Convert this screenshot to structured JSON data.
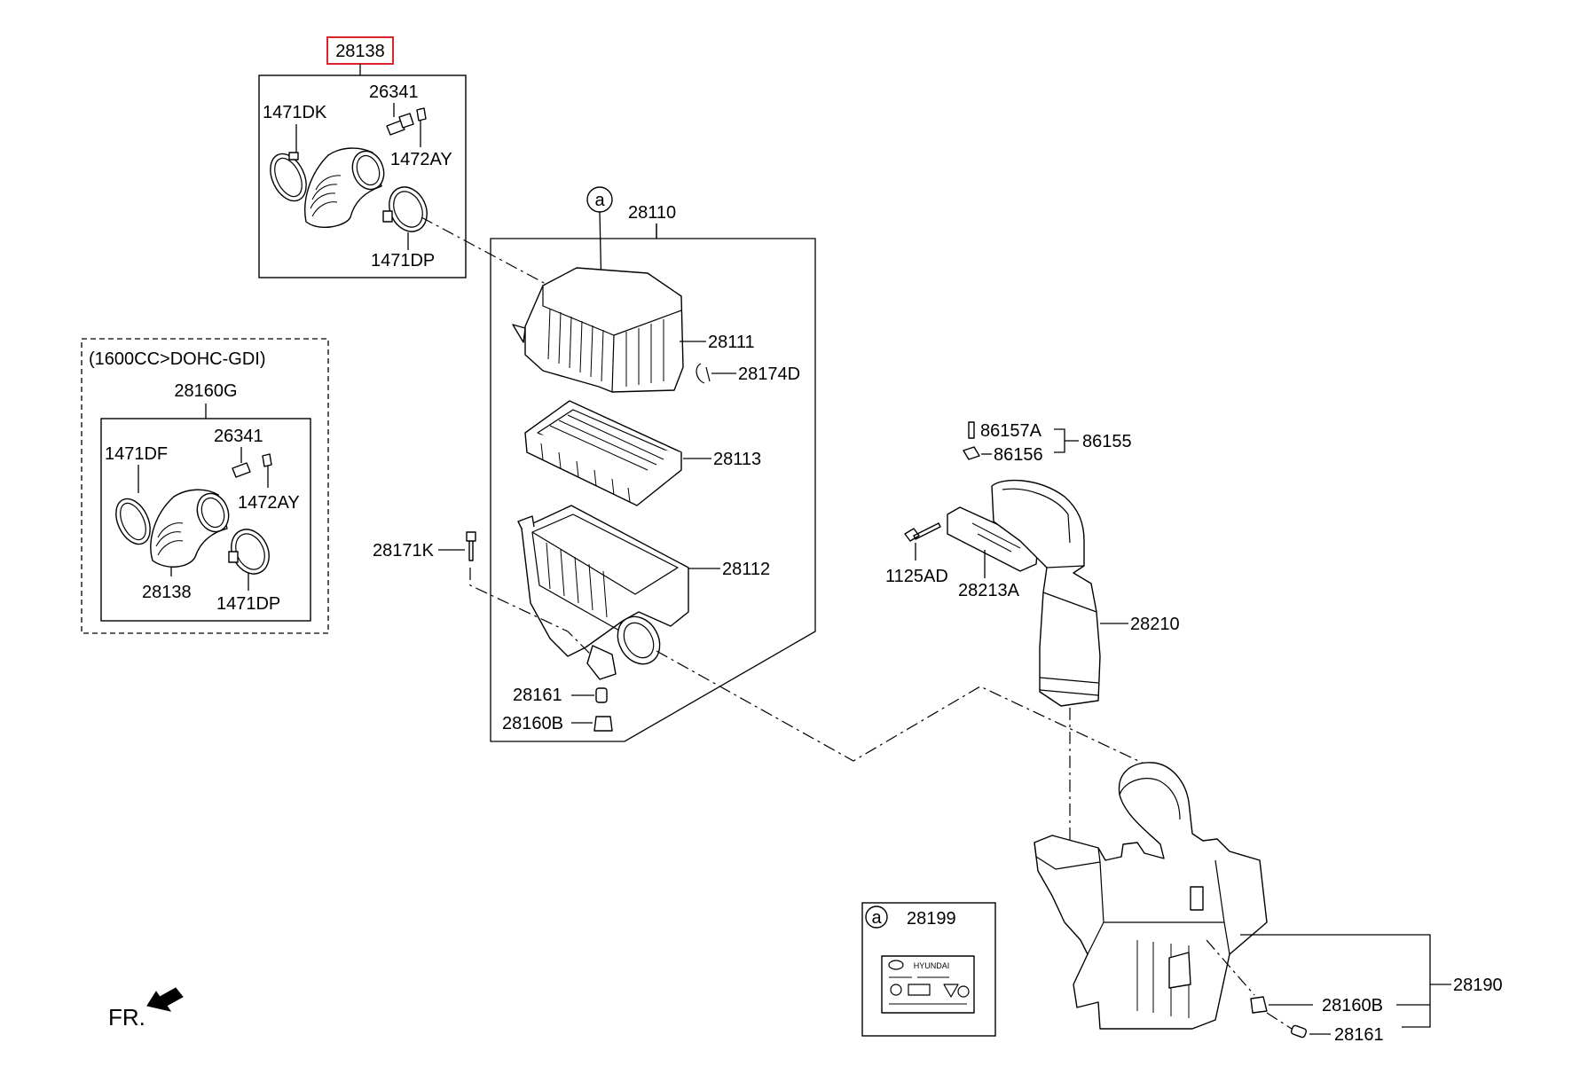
{
  "highlight_color": "#d9262c",
  "assembly_box": {
    "part_no": "28138",
    "labels": {
      "clamp_left": "1471DK",
      "sensor": "26341",
      "screw": "1472AY",
      "clamp_right": "1471DP"
    }
  },
  "variant_box": {
    "condition": "(1600CC>DOHC-GDI)",
    "part_no": "28160G",
    "labels": {
      "clamp_left": "1471DF",
      "sensor": "26341",
      "screw": "1472AY",
      "hose": "28138",
      "clamp_right": "1471DP"
    }
  },
  "air_cleaner": {
    "callout_marker": "a",
    "assembly_no": "28110",
    "labels": {
      "cover": "28111",
      "clip": "28174D",
      "filter": "28113",
      "body": "28112",
      "bolt": "28171K",
      "insulator": "28161",
      "bushing": "28160B"
    }
  },
  "intake_duct": {
    "labels": {
      "screw": "86157A",
      "nut": "86156",
      "group": "86155",
      "bolt": "1125AD",
      "bracket": "28213A",
      "duct": "28210"
    }
  },
  "resonator": {
    "assembly_no": "28190",
    "labels": {
      "bushing": "28160B",
      "insulator": "28161"
    }
  },
  "label_box": {
    "marker": "a",
    "part_no": "28199",
    "brand": "HYUNDAI"
  },
  "orientation": {
    "front_label": "FR."
  }
}
